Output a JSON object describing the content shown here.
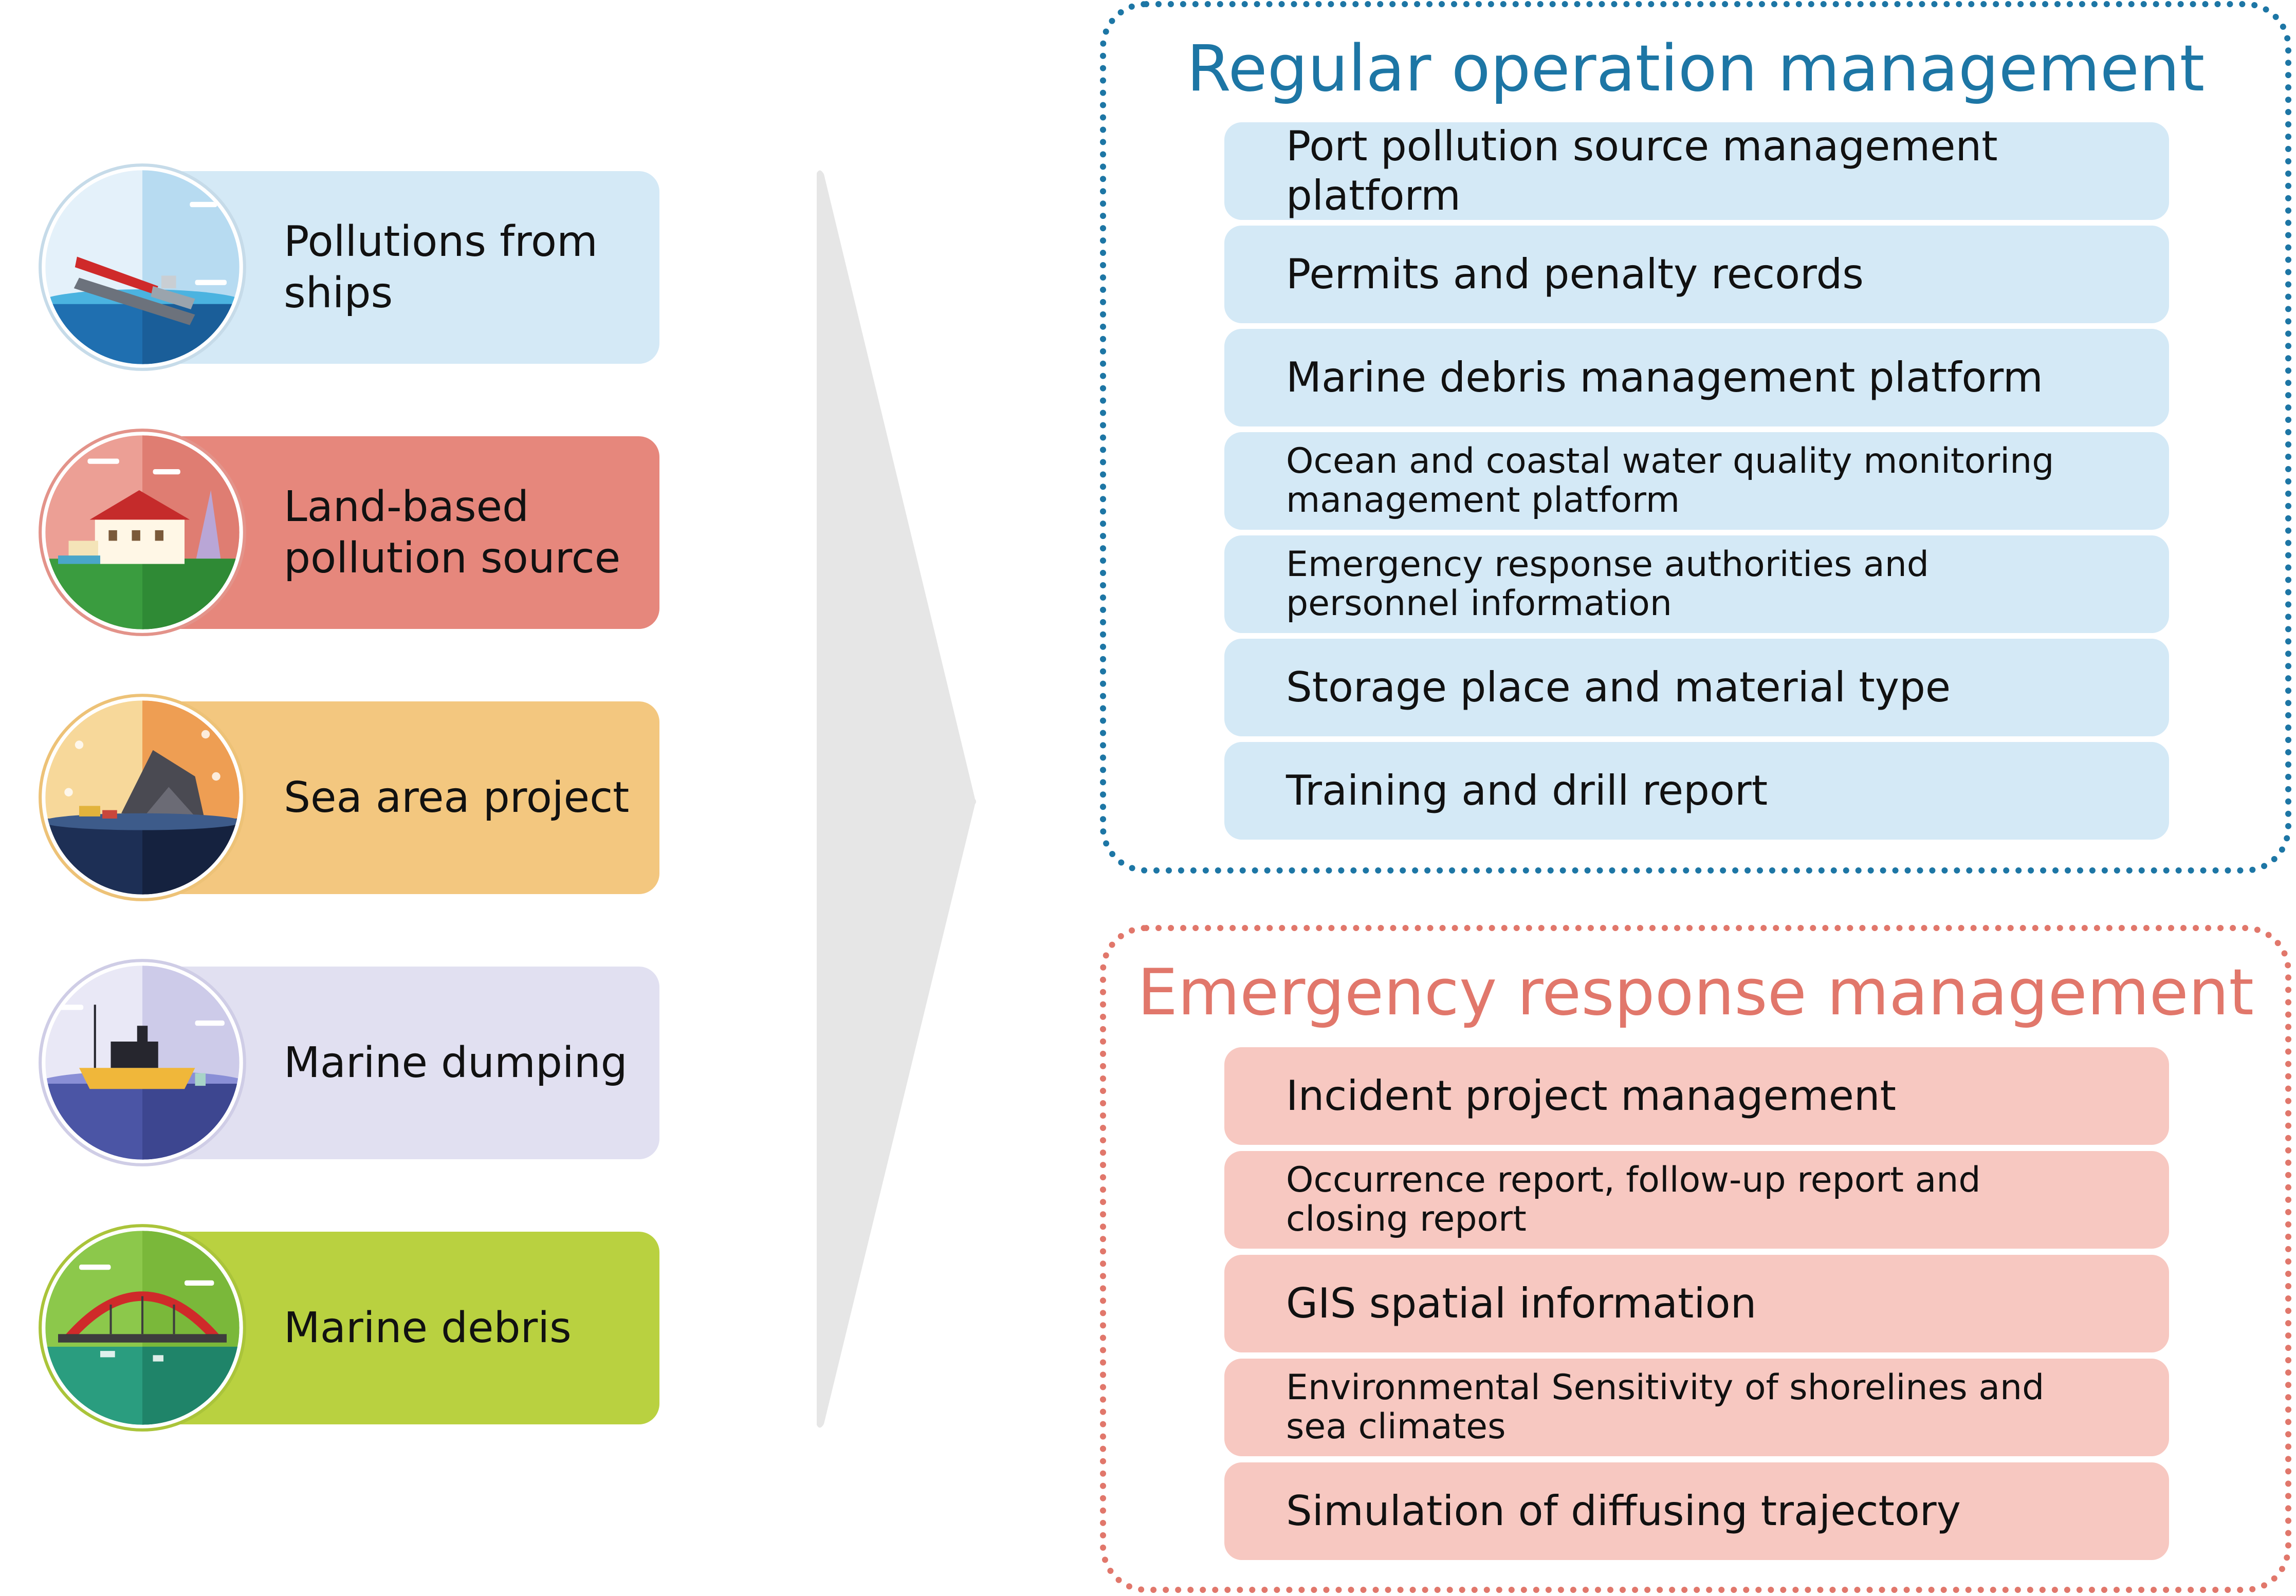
{
  "colors": {
    "ships_bg": "#d4e9f6",
    "land_bg": "#e6877c",
    "sea_bg": "#f3c77f",
    "dumping_bg": "#e1e0f1",
    "debris_bg": "#b9d140",
    "arrow": "#e6e6e6",
    "regular_accent": "#1d76a5",
    "regular_item_bg": "#d4e9f6",
    "emergency_accent": "#e1776b",
    "emergency_item_bg": "#f7c8c1"
  },
  "sources": [
    {
      "label": "Pollutions from\nships",
      "icon": "sinking-ship-icon"
    },
    {
      "label": "Land-based\npollution source",
      "icon": "factory-house-icon"
    },
    {
      "label": "Sea area project",
      "icon": "offshore-rock-icon"
    },
    {
      "label": "Marine dumping",
      "icon": "tugboat-icon"
    },
    {
      "label": "Marine debris",
      "icon": "bridge-icon"
    }
  ],
  "regular": {
    "title": "Regular operation management",
    "items": [
      "Port pollution source management platform",
      "Permits and penalty records",
      "Marine debris management platform",
      "Ocean and coastal water quality monitoring\nmanagement platform",
      "Emergency response authorities and\npersonnel information",
      "Storage place and material type",
      "Training and drill report"
    ]
  },
  "emergency": {
    "title": "Emergency response management",
    "items": [
      "Incident project management",
      "Occurrence report, follow-up report and\nclosing report",
      "GIS spatial information",
      "Environmental Sensitivity of shorelines and\nsea climates",
      "Simulation of diffusing trajectory"
    ]
  }
}
